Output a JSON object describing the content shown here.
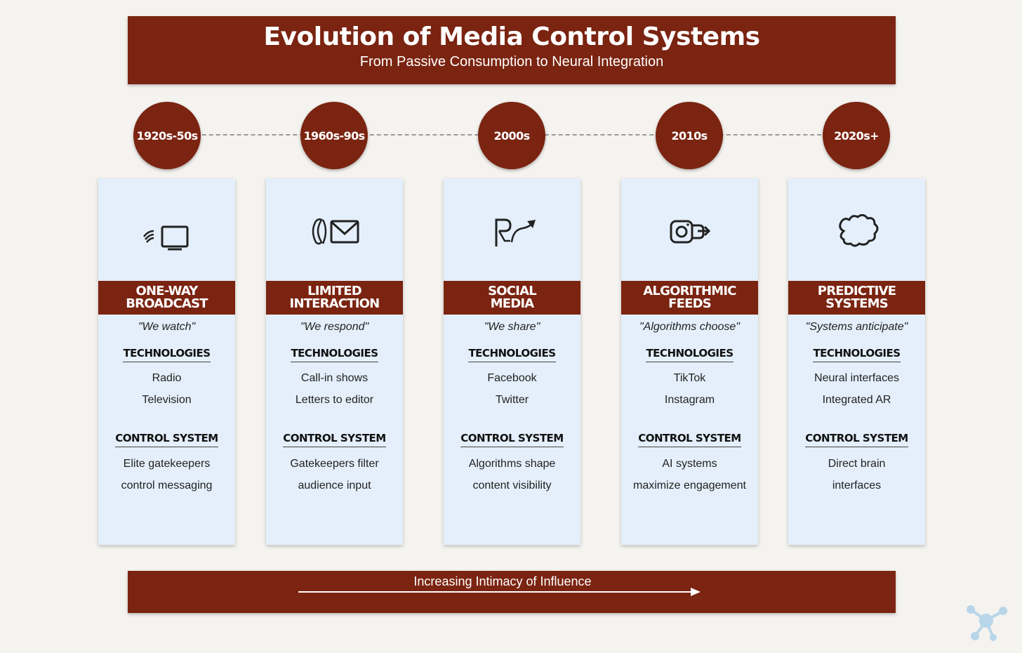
{
  "header": {
    "title": "Evolution of Media Control Systems",
    "subtitle": "From Passive Consumption to Neural Integration"
  },
  "eras": [
    {
      "label": "1920s-50s",
      "icon": "broadcast-tv-icon",
      "title_line1": "ONE-WAY",
      "title_line2": "BROADCAST",
      "quote": "\"We watch\"",
      "tech_heading": "TECHNOLOGIES",
      "technologies": [
        "Radio",
        "Television"
      ],
      "control_heading": "CONTROL SYSTEM",
      "control": [
        "Elite gatekeepers",
        "control messaging"
      ]
    },
    {
      "label": "1960s-90s",
      "icon": "phone-mail-icon",
      "title_line1": "LIMITED",
      "title_line2": "INTERACTION",
      "quote": "\"We respond\"",
      "tech_heading": "TECHNOLOGIES",
      "technologies": [
        "Call-in shows",
        "Letters to editor"
      ],
      "control_heading": "CONTROL SYSTEM",
      "control": [
        "Gatekeepers filter",
        "audience input"
      ]
    },
    {
      "label": "2000s",
      "icon": "social-share-icon",
      "title_line1": "SOCIAL",
      "title_line2": "MEDIA",
      "quote": "\"We share\"",
      "tech_heading": "TECHNOLOGIES",
      "technologies": [
        "Facebook",
        "Twitter"
      ],
      "control_heading": "CONTROL SYSTEM",
      "control": [
        "Algorithms shape",
        "content visibility"
      ]
    },
    {
      "label": "2010s",
      "icon": "camera-arrow-icon",
      "title_line1": "ALGORITHMIC",
      "title_line2": "FEEDS",
      "quote": "\"Algorithms choose\"",
      "tech_heading": "TECHNOLOGIES",
      "technologies": [
        "TikTok",
        "Instagram"
      ],
      "control_heading": "CONTROL SYSTEM",
      "control": [
        "AI systems",
        "maximize engagement"
      ]
    },
    {
      "label": "2020s+",
      "icon": "brain-icon",
      "title_line1": "PREDICTIVE",
      "title_line2": "SYSTEMS",
      "quote": "\"Systems anticipate\"",
      "tech_heading": "TECHNOLOGIES",
      "technologies": [
        "Neural interfaces",
        "Integrated AR"
      ],
      "control_heading": "CONTROL SYSTEM",
      "control": [
        "Direct brain",
        "interfaces"
      ]
    }
  ],
  "footer": {
    "label": "Increasing Intimacy of Influence"
  },
  "colors": {
    "primary": "#7a2411",
    "card_bg": "#e4effb",
    "page_bg": "#f5f3ef"
  }
}
